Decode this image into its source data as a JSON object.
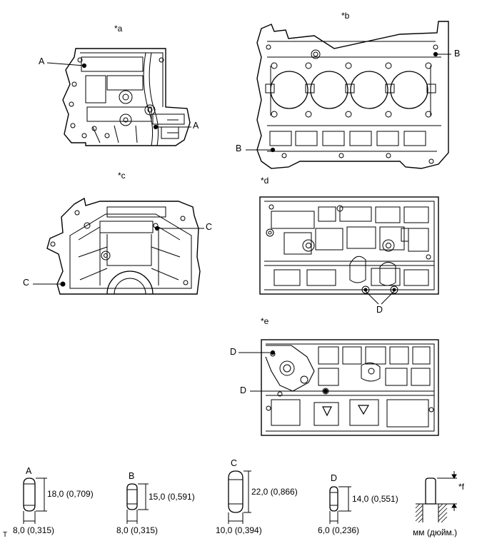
{
  "views": [
    {
      "id": "a",
      "label": "*a"
    },
    {
      "id": "b",
      "label": "*b"
    },
    {
      "id": "c",
      "label": "*c"
    },
    {
      "id": "d",
      "label": "*d"
    },
    {
      "id": "e",
      "label": "*e"
    }
  ],
  "callouts": {
    "a1": "A",
    "a2": "A",
    "b1": "B",
    "b2": "B",
    "c1": "C",
    "c2": "C",
    "d1": "D",
    "e1": "D",
    "e2": "D"
  },
  "pins": [
    {
      "letter": "A",
      "length": "18,0 (0,709)",
      "diameter": "8,0 (0,315)"
    },
    {
      "letter": "B",
      "length": "15,0 (0,591)",
      "diameter": "8,0 (0,315)"
    },
    {
      "letter": "C",
      "length": "22,0 (0,866)",
      "diameter": "10,0 (0,394)"
    },
    {
      "letter": "D",
      "length": "14,0 (0,551)",
      "diameter": "6,0 (0,236)"
    }
  ],
  "legend": {
    "protrusion_label": "*f",
    "unit": "мм (дюйм.)"
  },
  "corner_mark": "T"
}
